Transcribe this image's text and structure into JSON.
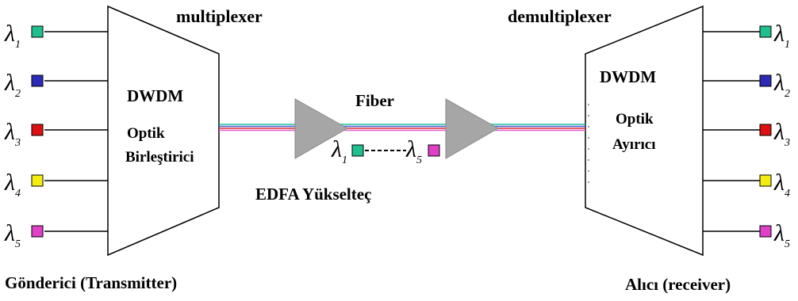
{
  "labels": {
    "multiplexer": "multiplexer",
    "demultiplexer": "demultiplexer",
    "mux_line1": "DWDM",
    "mux_line2": "Optik",
    "mux_line3": "Birleştirici",
    "demux_line1": "DWDM",
    "demux_line2": "Optik",
    "demux_line3": "Ayırıcı",
    "fiber": "Fiber",
    "edfa": "EDFA Yükselteç",
    "transmitter": "Gönderici (Transmitter)",
    "receiver": "Alıcı (receiver)"
  },
  "symbol": "λ",
  "channels": [
    {
      "sub": "1",
      "color": "#1fbf8f"
    },
    {
      "sub": "2",
      "color": "#2b2bb8"
    },
    {
      "sub": "3",
      "color": "#dd1111"
    },
    {
      "sub": "4",
      "color": "#f2ee12"
    },
    {
      "sub": "5",
      "color": "#e040c8"
    }
  ],
  "edfa_channels": {
    "first": "1",
    "last": "5"
  },
  "colors": {
    "amplifier": "#a6a6a6",
    "fiber_lines": [
      "#20c0a0",
      "#4a5ad8",
      "#e03030",
      "#e060d0"
    ]
  }
}
